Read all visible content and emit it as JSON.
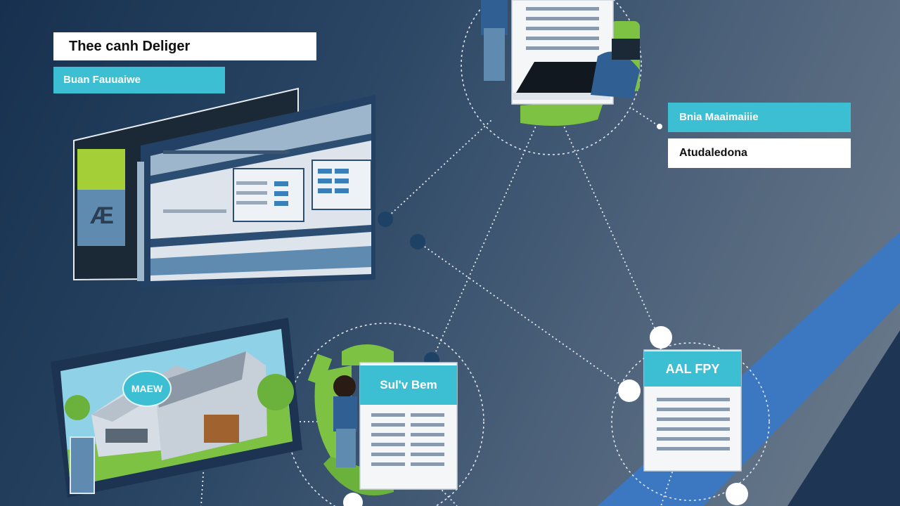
{
  "header": {
    "title": "Thee canh Deliger",
    "subtitle": "Buan Fauuaiwe"
  },
  "callout": {
    "primary": "Bnia Maaimaiiie",
    "secondary": "Atudaledona"
  },
  "cards": {
    "center_title": "Sul'v Bem",
    "right_title": "AAL FPY"
  },
  "house": {
    "label": "MAEW"
  },
  "colors": {
    "accent_teal": "#3cbfd2",
    "accent_green": "#7dc242",
    "navy": "#1b2f4b",
    "panel_blue": "#5f8bb0"
  }
}
